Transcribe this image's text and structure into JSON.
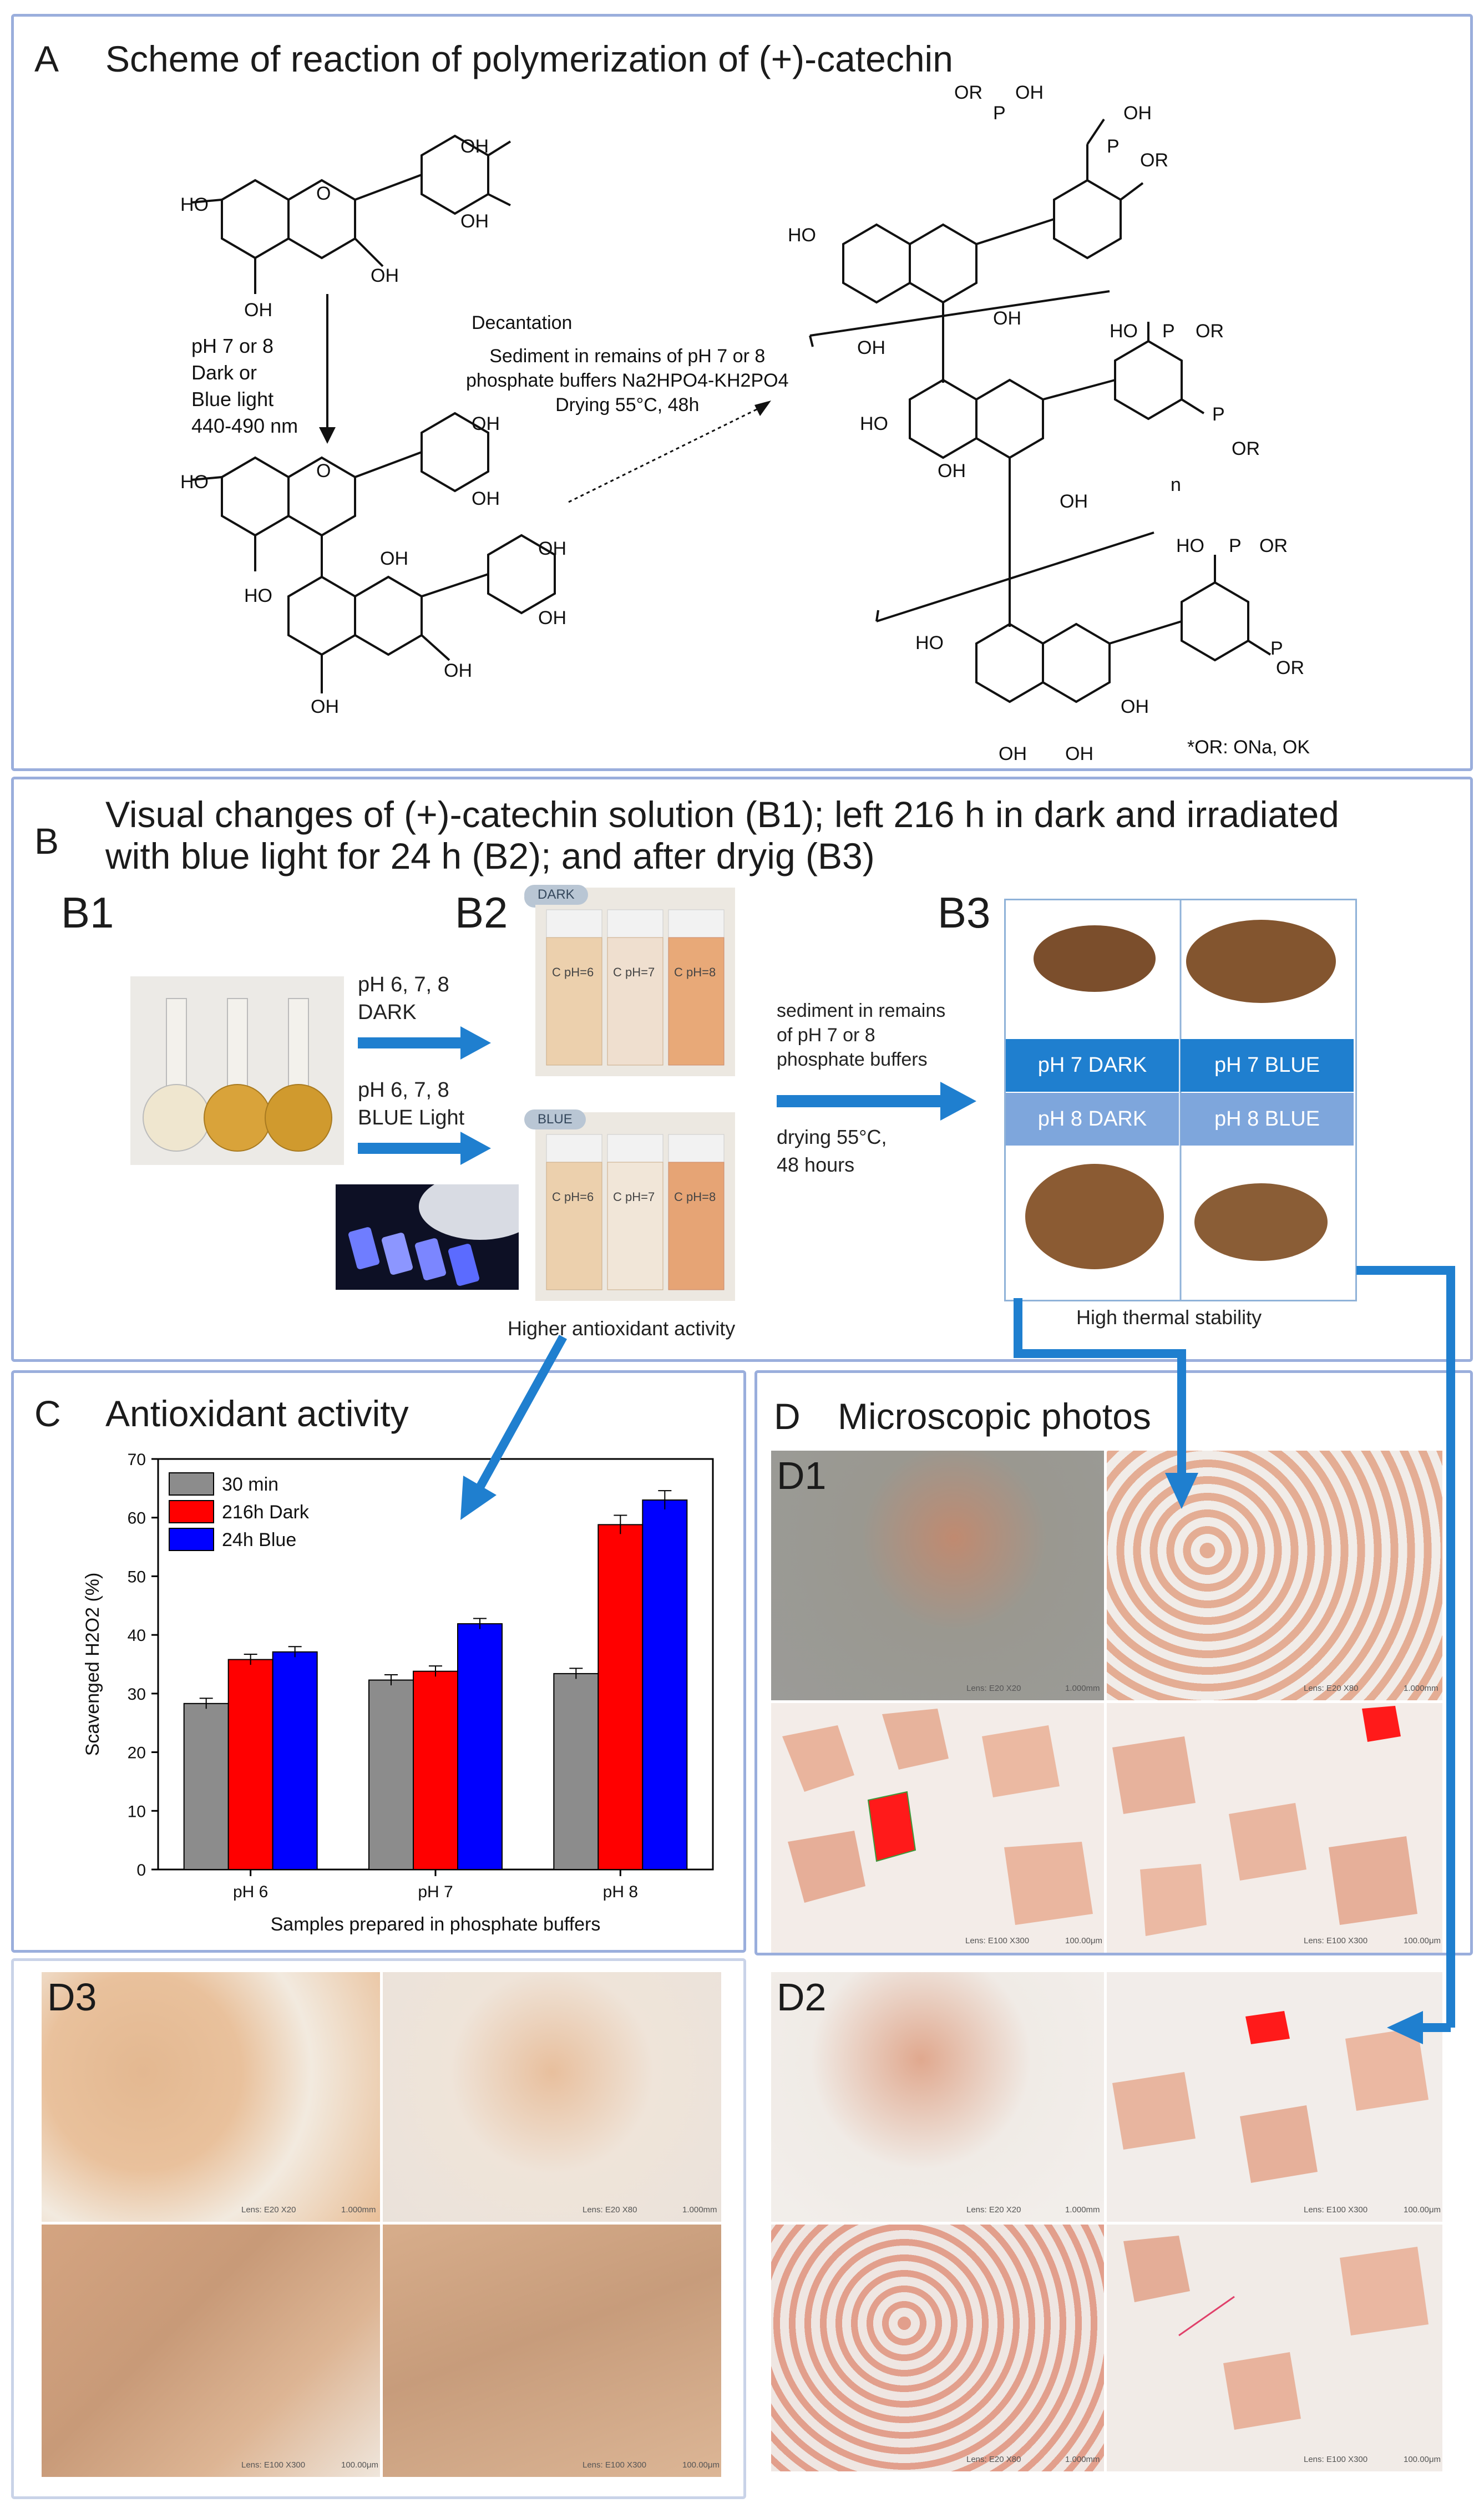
{
  "panel_a": {
    "title_letter": "A",
    "title": "Scheme of reaction of polymerization of (+)-catechin",
    "conditions_left": [
      "pH 7 or 8",
      "Dark or",
      "Blue light",
      "440-490 nm"
    ],
    "decantation": "Decantation",
    "conditions_right": [
      "Sediment in remains of pH 7 or 8",
      "phosphate buffers Na2HPO4-KH2PO4",
      "Drying 55°C, 48h"
    ],
    "polymer_index": "n",
    "footnote": "*OR: ONa, OK",
    "atoms": {
      "ho": "HO",
      "oh": "OH",
      "o": "O",
      "p": "P",
      "or": "OR"
    }
  },
  "panel_b": {
    "title_letter": "B",
    "title_lines": [
      "Visual changes of (+)-catechin solution (B1); left 216 h in dark and irradiated",
      "with blue light for 24 h (B2); and after dryig (B3)"
    ],
    "b1": "B1",
    "b2": "B2",
    "b3": "B3",
    "arrow_dark_label": [
      "pH 6, 7, 8",
      "DARK"
    ],
    "arrow_blue_label": [
      "pH 6, 7, 8",
      "BLUE Light"
    ],
    "pill_dark": "DARK",
    "pill_blue": "BLUE",
    "arrow_sediment_label": [
      "sediment in remains",
      "of pH 7 or 8",
      "phosphate buffers"
    ],
    "drying_label": [
      "drying 55°C,",
      "48 hours"
    ],
    "caption_b2": "Higher antioxidant activity",
    "caption_b3": "High thermal stability",
    "tiles": [
      "pH 7 DARK",
      "pH 7 BLUE",
      "pH 8 DARK",
      "pH 8 BLUE"
    ],
    "vial_labels": [
      "C pH=6",
      "C pH=7",
      "C pH=8"
    ]
  },
  "panel_c": {
    "title_letter": "C",
    "title": "Antioxidant activity",
    "ylabel": "Scavenged H2O2 (%)",
    "xlabel": "Samples prepared in phosphate buffers"
  },
  "chart_data": {
    "type": "bar",
    "categories": [
      "pH 6",
      "pH 7",
      "pH 8"
    ],
    "series": [
      {
        "name": "30 min",
        "values": [
          28.3,
          32.3,
          33.4
        ],
        "errors": [
          0.9,
          0.9,
          0.9
        ],
        "color": "#8c8c8c"
      },
      {
        "name": "216h Dark",
        "values": [
          35.8,
          33.8,
          58.8
        ],
        "errors": [
          0.9,
          0.9,
          1.6
        ],
        "color": "#ff0000"
      },
      {
        "name": "24h Blue",
        "values": [
          37.1,
          41.9,
          63.0
        ],
        "errors": [
          0.9,
          0.9,
          1.6
        ],
        "color": "#0000ff"
      }
    ],
    "ylim": [
      0,
      70
    ],
    "yticks": [
      0,
      10,
      20,
      30,
      40,
      50,
      60,
      70
    ],
    "legend_position": "top-left",
    "grid": false
  },
  "panel_d": {
    "title_letter": "D",
    "title": "Microscopic photos",
    "d1": "D1",
    "d2": "D2",
    "d3": "D3",
    "scale_a": "Lens: E20 X20",
    "scale_b": "Lens: E20 X80",
    "scale_c": "Lens: E100 X300",
    "scale_mm": "1.000mm",
    "scale_um": "100.00μm"
  },
  "colors": {
    "accent": "#1f7fcf",
    "panel_border": "#9aaedc",
    "tile_dark": "#1f7fcf",
    "tile_light": "#7ea6dc"
  }
}
